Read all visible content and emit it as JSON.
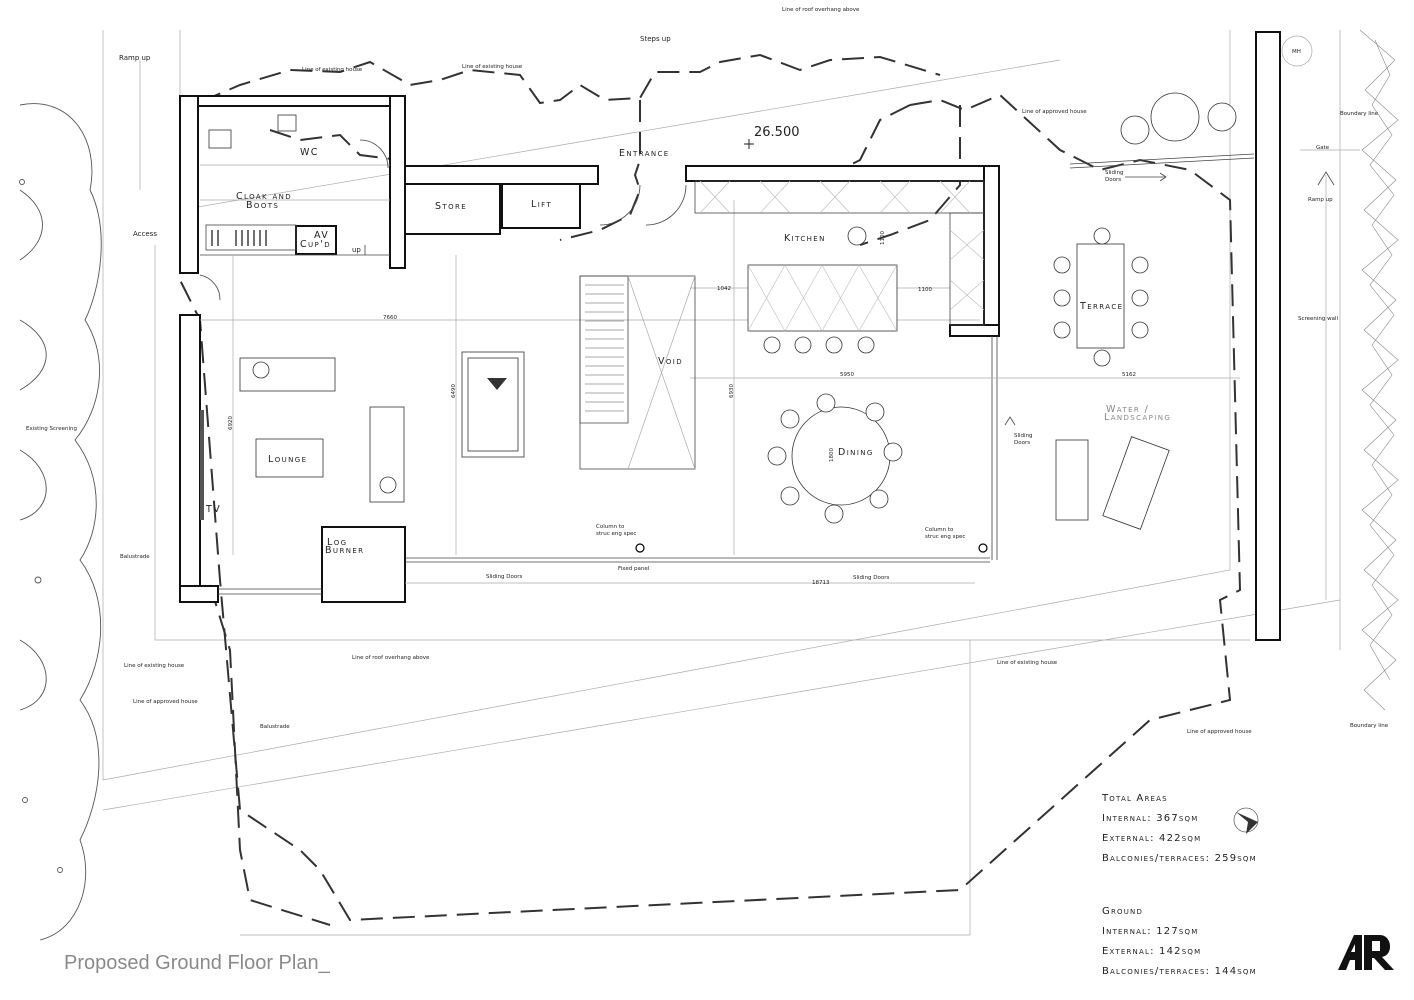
{
  "labels": {
    "roof_overhang_top": "Line of roof overhang above",
    "steps_up": "Steps up",
    "ramp_up": "Ramp up",
    "existing_house_1": "Line of existing house",
    "existing_house_2": "Line of existing house",
    "approved_house_top": "Line of approved house",
    "level": "26.500",
    "entrance": "Entrance",
    "wc": "WC",
    "cloak": "Cloak and",
    "boots": "Boots",
    "store": "Store",
    "lift": "Lift",
    "av": "AV",
    "cupd": "Cup'd",
    "up": "up",
    "access": "Access",
    "kitchen": "Kitchen",
    "void": "Void",
    "lounge": "Lounge",
    "tv": "TV",
    "dining": "Dining",
    "terrace": "Terrace",
    "water": "Water /",
    "landscaping": "Landscaping",
    "log": "Log",
    "burner": "Burner",
    "existing_screening": "Existing Screening",
    "balustrade_1": "Balustrade",
    "balustrade_2": "Balustrade",
    "column_1a": "Column to",
    "column_1b": "struc eng spec",
    "column_2a": "Column to",
    "column_2b": "struc eng spec",
    "sliding_doors_1": "Sliding Doors",
    "fixed_panel": "Fixed panel",
    "sliding_doors_2": "Sliding Doors",
    "sliding_doors_3a": "Sliding",
    "sliding_doors_3b": "Doors",
    "sliding_doors_4a": "Sliding",
    "sliding_doors_4b": "Doors",
    "gate": "Gate",
    "boundary_line_1": "Boundary line",
    "boundary_line_2": "Boundary line",
    "ramp_up_right": "Ramp up",
    "screening_wall": "Screening wall",
    "mh": "MH",
    "existing_house_left": "Line of existing house",
    "approved_house_left": "Line of approved house",
    "roof_overhang_bottom": "Line of roof overhang above",
    "existing_house_right": "Line of existing house",
    "approved_house_right": "Line of approved house"
  },
  "dimensions": {
    "d7660": "7660",
    "d6920": "6920",
    "d6490": "6490",
    "d6930": "6930",
    "d1042": "1042",
    "d1100a": "1100",
    "d1100b": "1100",
    "d5950": "5950",
    "d5162": "5162",
    "d1800": "1800",
    "d18713": "18713"
  },
  "areas": {
    "total_heading": "Total Areas",
    "total_internal": "Internal: 367sqm",
    "total_external": "External: 422sqm",
    "total_balconies": "Balconies/terraces: 259sqm",
    "ground_heading": "Ground",
    "ground_internal": "Internal: 127sqm",
    "ground_external": "External: 142sqm",
    "ground_balconies": "Balconies/terraces: 144sqm"
  },
  "title": "Proposed Ground Floor Plan_",
  "logo": "AR",
  "icons": {
    "north_arrow": "north-arrow-icon",
    "level_marker": "level-cross-icon",
    "logo": "ar-logo-icon"
  }
}
